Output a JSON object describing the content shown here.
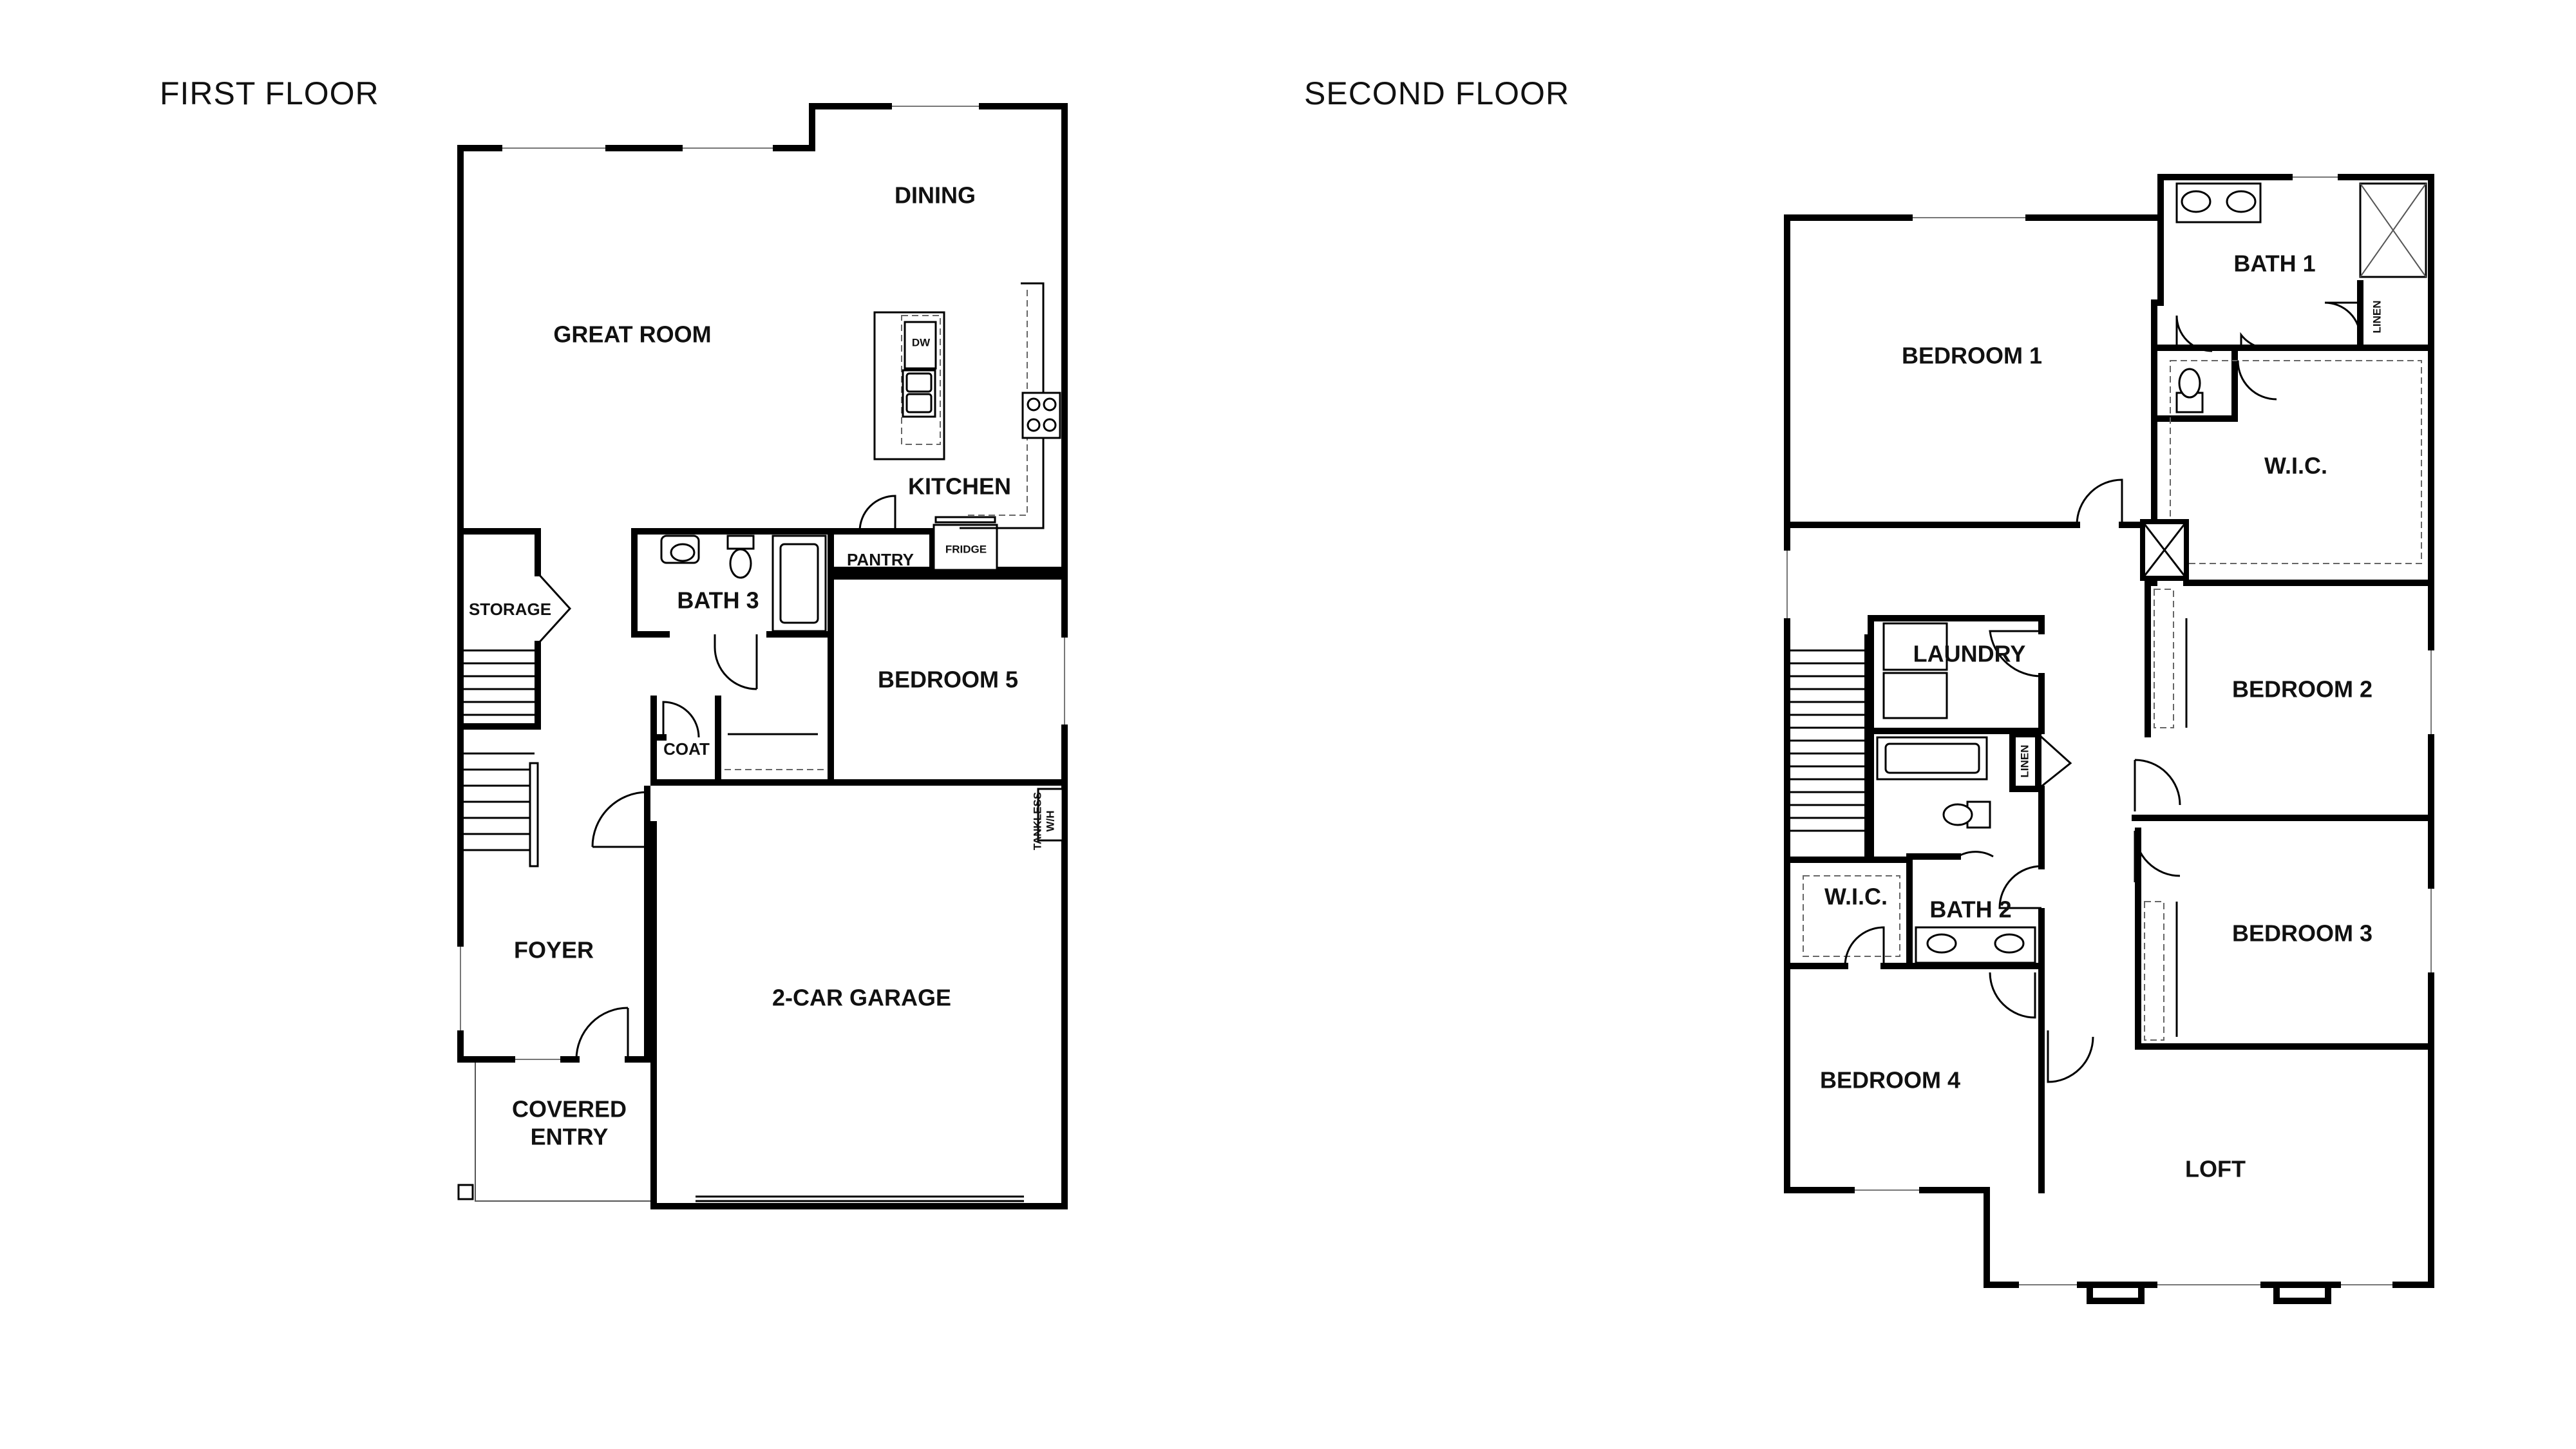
{
  "floors": {
    "first": {
      "title": "FIRST FLOOR",
      "rooms": {
        "dining": "DINING",
        "great_room": "GREAT ROOM",
        "kitchen": "KITCHEN",
        "pantry": "PANTRY",
        "fridge": "FRIDGE",
        "dw": "DW",
        "storage": "STORAGE",
        "bath3": "BATH 3",
        "bedroom5": "BEDROOM 5",
        "coat": "COAT",
        "tankless": "TANKLESS",
        "wh": "W/H",
        "garage": "2-CAR GARAGE",
        "foyer": "FOYER",
        "covered_entry_1": "COVERED",
        "covered_entry_2": "ENTRY"
      }
    },
    "second": {
      "title": "SECOND FLOOR",
      "rooms": {
        "bath1": "BATH 1",
        "bedroom1": "BEDROOM 1",
        "linen_1": "LINEN",
        "wic_1": "W.I.C.",
        "laundry": "LAUNDRY",
        "linen_2": "LINEN",
        "bedroom2": "BEDROOM 2",
        "wic_2": "W.I.C.",
        "bath2": "BATH 2",
        "bedroom3": "BEDROOM 3",
        "bedroom4": "BEDROOM 4",
        "loft": "LOFT"
      }
    }
  }
}
